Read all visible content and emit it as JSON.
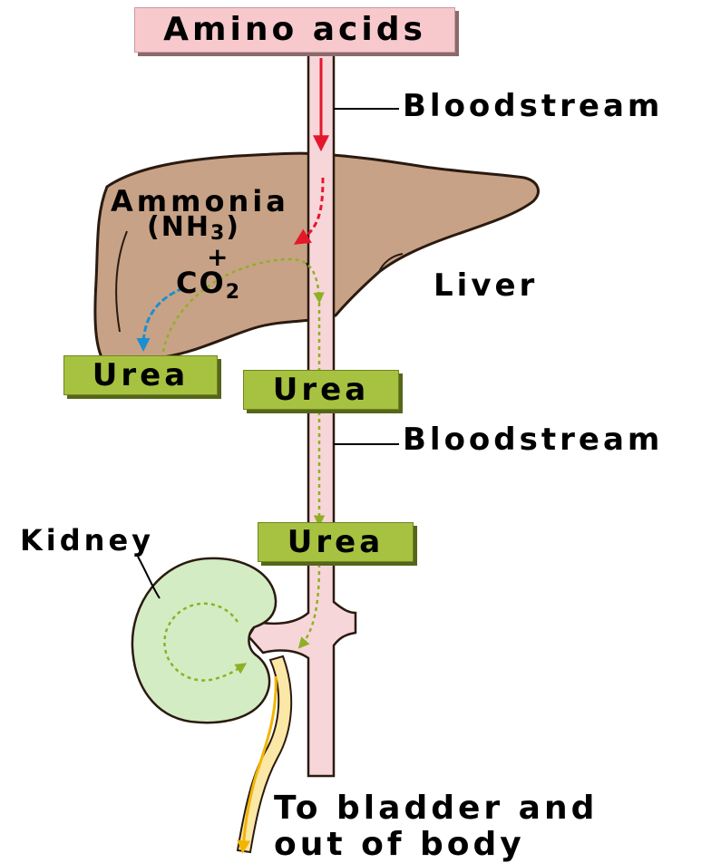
{
  "labels": {
    "amino_acids": "Amino acids",
    "bloodstream_top": "Bloodstream",
    "ammonia": "Ammonia",
    "nh3_prefix": "(NH",
    "nh3_sub": "3",
    "nh3_suffix": ")",
    "plus": "+",
    "co2_prefix": "CO",
    "co2_sub": "2",
    "liver": "Liver",
    "urea_liver": "Urea",
    "urea_stream": "Urea",
    "bloodstream_bottom": "Bloodstream",
    "urea_kidney": "Urea",
    "kidney": "Kidney",
    "bladder_line1": "To bladder and",
    "bladder_line2": "out of body"
  },
  "colors": {
    "liver_fill": "#c8a286",
    "vessel_fill": "#f7d6da",
    "kidney_fill": "#d4ecc4",
    "urea_box": "#a7c240",
    "amino_box": "#f7c9cc",
    "ammonia_arrow": "#e5172b",
    "urea_arrow": "#8fb026",
    "co2_arrow": "#1b8fd0",
    "ureter_arrow": "#f2b500"
  }
}
